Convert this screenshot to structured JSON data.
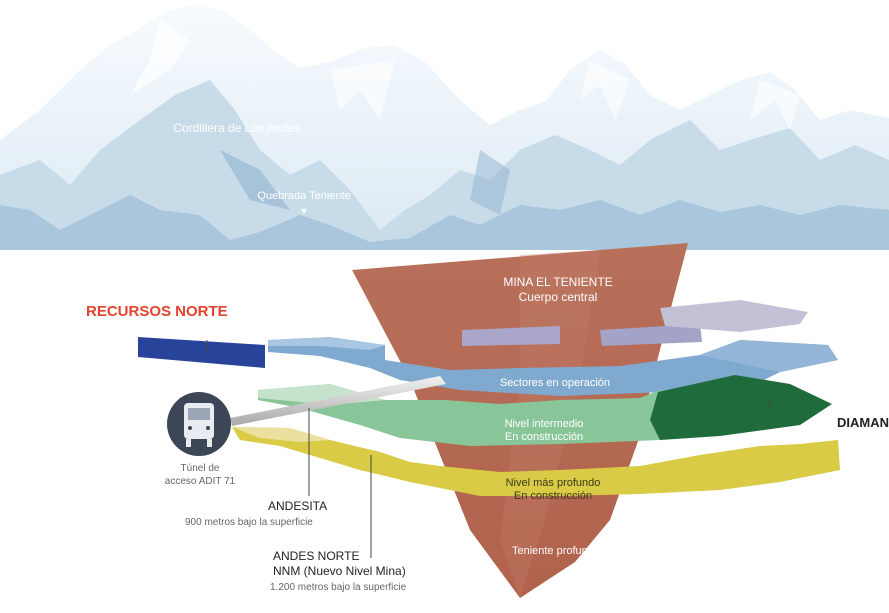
{
  "labels": {
    "cordillera": "Cordillera de Los Andes",
    "quebrada": "Quebrada Teniente",
    "mina_title": "MINA EL TENIENTE",
    "mina_sub": "Cuerpo central",
    "recursos_norte": "RECURSOS NORTE",
    "sectores": "Sectores en operación",
    "intermedio_1": "Nivel intermedio",
    "intermedio_2": "En construcción",
    "profundo_1": "Nivel más profundo",
    "profundo_2": "En construcción",
    "teniente_profundo": "Teniente profundo",
    "diamante": "DIAMANTE",
    "tunel_1": "Túnel de",
    "tunel_2": "acceso ADIT 71",
    "andesita": "ANDESITA",
    "andesita_sub": "900 metros bajo la superficie",
    "andes_norte_1": "ANDES NORTE",
    "andes_norte_2": "NNM (Nuevo Nivel Mina)",
    "andes_norte_sub": "1.200 metros bajo la superficie"
  },
  "icons": [
    "triangle-down-icon",
    "truck-icon"
  ],
  "colors": {
    "mountain_snow": "#eef5fb",
    "mountain_shadow": "#a9c6dd",
    "cone": "#b46a54",
    "sectores_blue": "#7ea7cf",
    "recursos_navy": "#27449a",
    "intermedio_green": "#86c497",
    "diamante_green": "#1f6b3c",
    "profundo_yellow": "#dccd44",
    "accent_red": "#e5412f",
    "icon_circle": "#3d4656"
  }
}
